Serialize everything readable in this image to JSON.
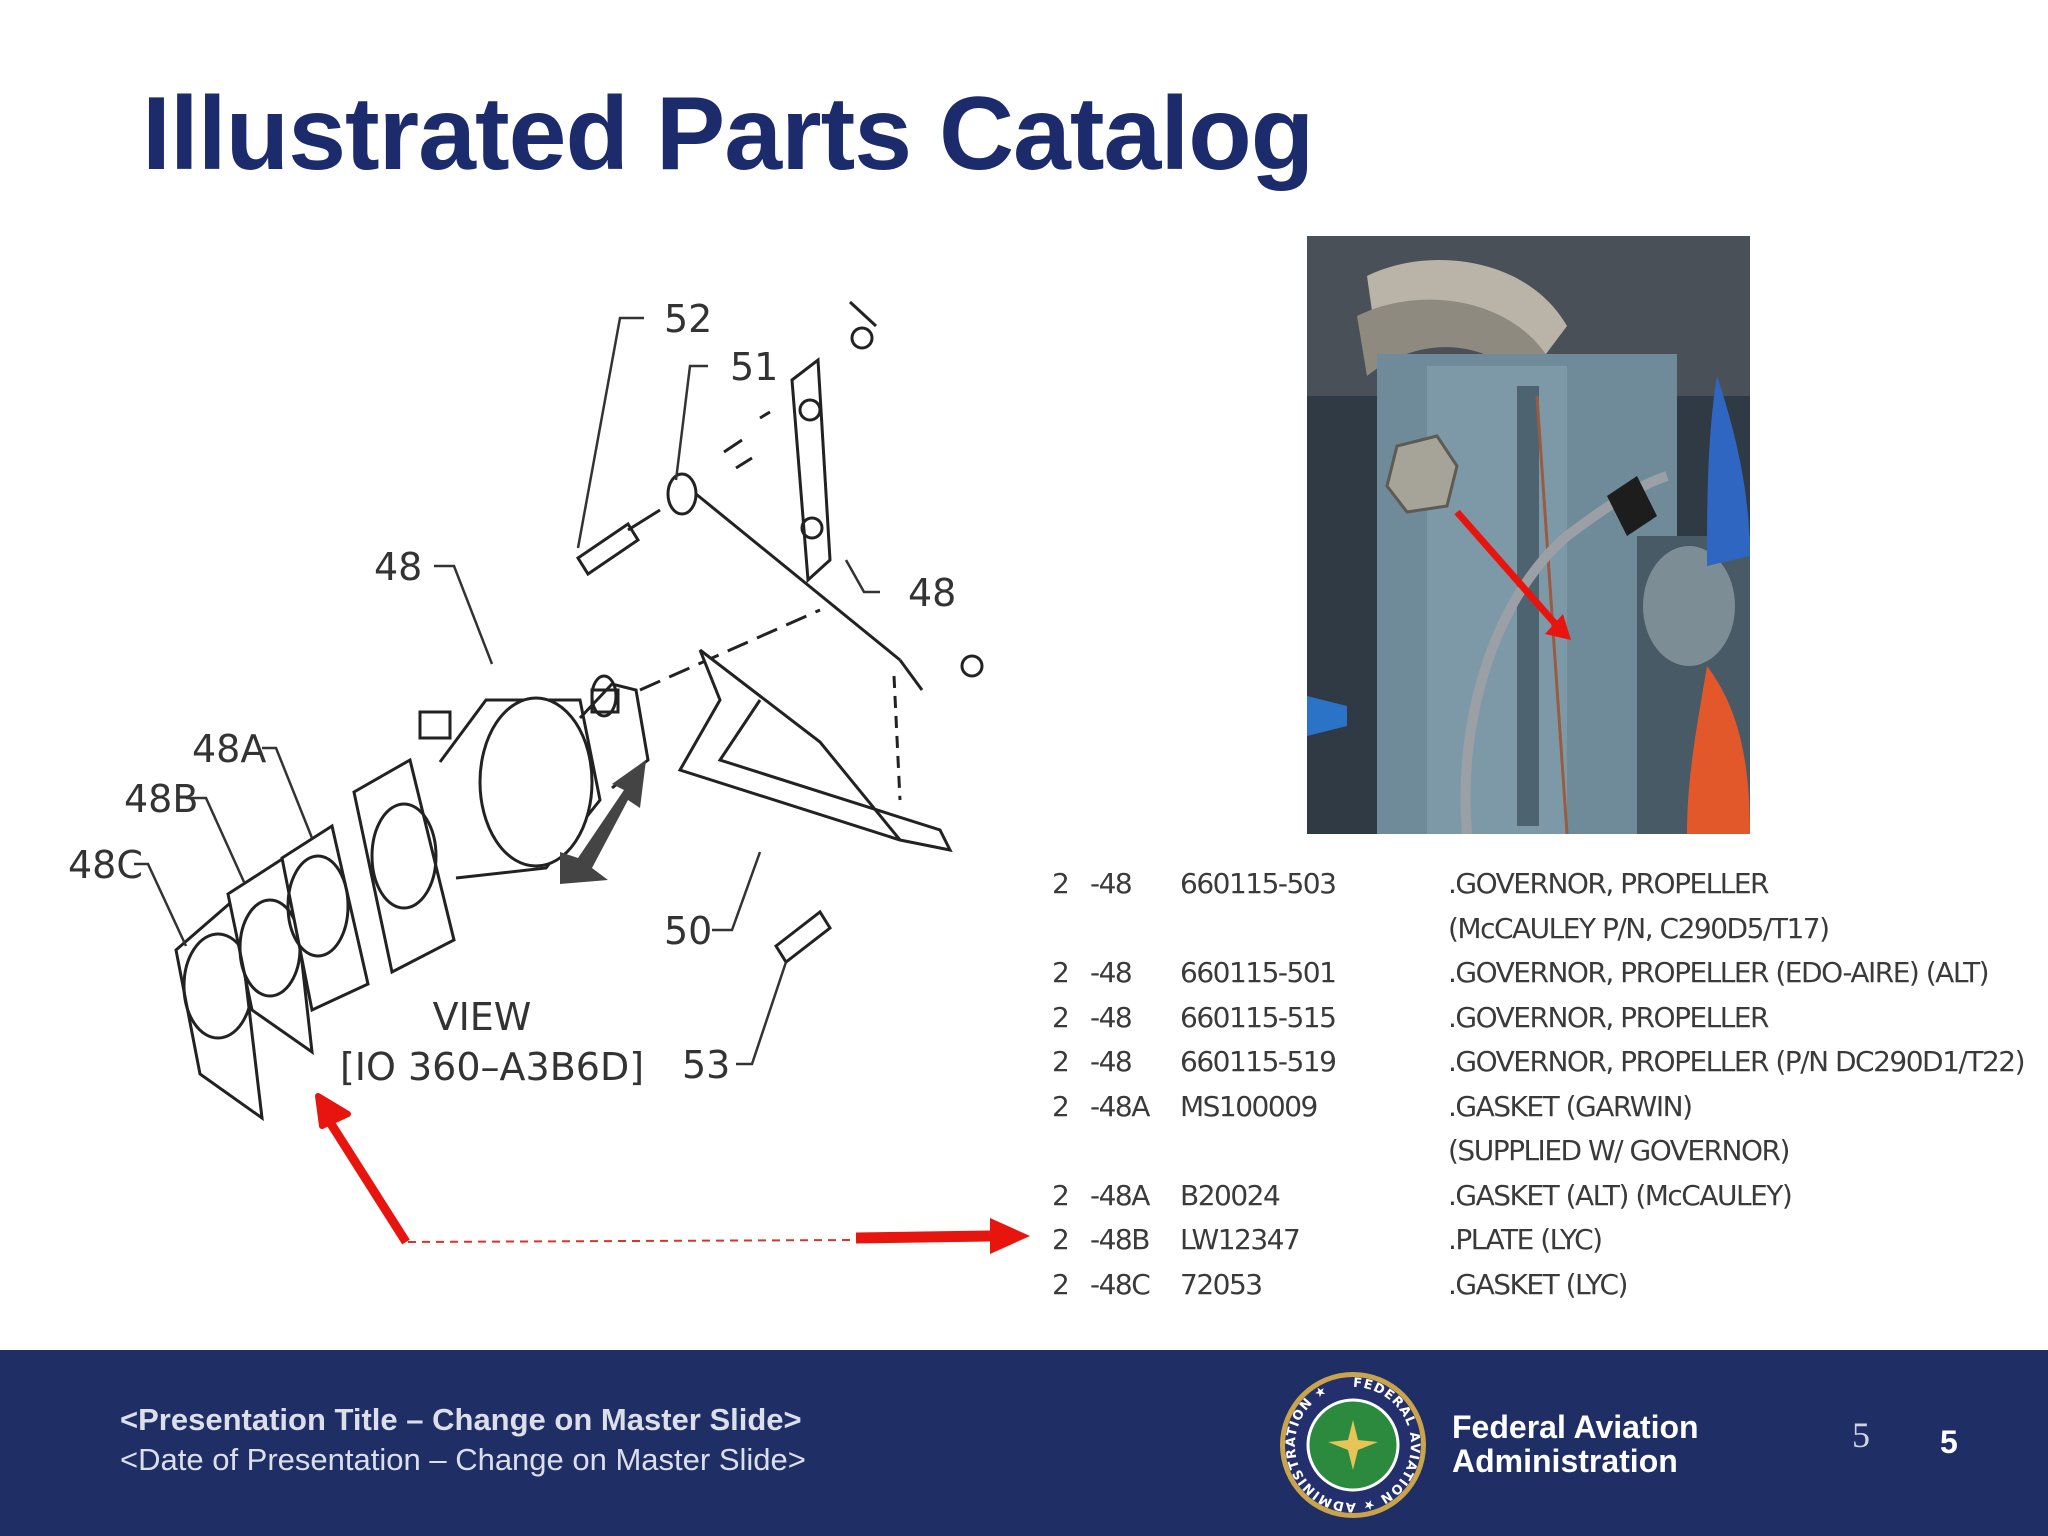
{
  "slide": {
    "title": "Illustrated Parts Catalog"
  },
  "diagram": {
    "callouts": [
      "52",
      "51",
      "48",
      "48",
      "48A",
      "48B",
      "48C",
      "50",
      "53"
    ],
    "view_label": "VIEW",
    "view_model": "[IO 360–A3B6D]"
  },
  "parts_list": {
    "rows": [
      {
        "qty": "2",
        "item": "-48",
        "part": "660115-503",
        "desc": ".GOVERNOR, PROPELLER"
      },
      {
        "qty": "",
        "item": "",
        "part": "",
        "desc": "(McCAULEY P/N,  C290D5/T17)"
      },
      {
        "qty": "2",
        "item": "-48",
        "part": "660115-501",
        "desc": ".GOVERNOR, PROPELLER (EDO-AIRE) (ALT)"
      },
      {
        "qty": "2",
        "item": "-48",
        "part": "660115-515",
        "desc": ".GOVERNOR, PROPELLER"
      },
      {
        "qty": "2",
        "item": "-48",
        "part": "660115-519",
        "desc": ".GOVERNOR, PROPELLER (P/N DC290D1/T22)"
      },
      {
        "qty": "2",
        "item": "-48A",
        "part": "MS100009",
        "desc": ".GASKET (GARWIN)"
      },
      {
        "qty": "",
        "item": "",
        "part": "",
        "desc": "(SUPPLIED W/ GOVERNOR)"
      },
      {
        "qty": "2",
        "item": "-48A",
        "part": "B20024",
        "desc": ".GASKET (ALT) (McCAULEY)"
      },
      {
        "qty": "2",
        "item": "-48B",
        "part": "LW12347",
        "desc": ".PLATE (LYC)"
      },
      {
        "qty": "2",
        "item": "-48C",
        "part": "72053",
        "desc": ".GASKET (LYC)"
      }
    ]
  },
  "footer": {
    "presentation_title": "<Presentation Title – Change on Master Slide>",
    "presentation_date": "<Date of Presentation – Change on Master Slide>",
    "agency_line1": "Federal Aviation",
    "agency_line2": "Administration",
    "seal_text": "FEDERAL AVIATION ★ ADMINISTRATION ★",
    "page_number_a": "5",
    "page_number_b": "5"
  },
  "colors": {
    "title": "#1c2b6b",
    "footer_bg": "#1f2f66",
    "annotation_arrow": "#e8150f"
  }
}
